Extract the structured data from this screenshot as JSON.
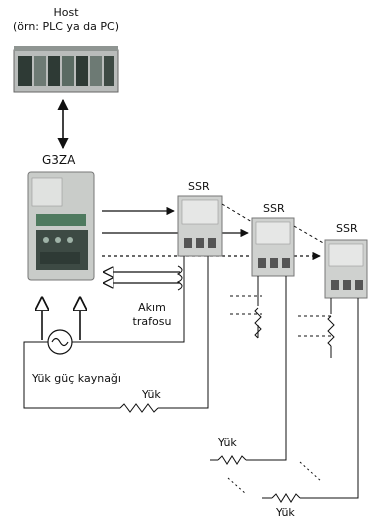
{
  "labels": {
    "host_title": "Host",
    "host_subtitle": "(örn: PLC ya da PC)",
    "controller": "G3ZA",
    "ssr_1": "SSR",
    "ssr_2": "SSR",
    "ssr_3": "SSR",
    "ct_line1": "Akım",
    "ct_line2": "trafosu",
    "power_supply": "Yük güç kaynağı",
    "load_1": "Yük",
    "load_2": "Yük",
    "load_3": "Yük"
  },
  "colors": {
    "line": "#111111",
    "device_body": "#c9ccc9",
    "device_dark": "#2e3a35",
    "device_green": "#4f7a5f"
  }
}
